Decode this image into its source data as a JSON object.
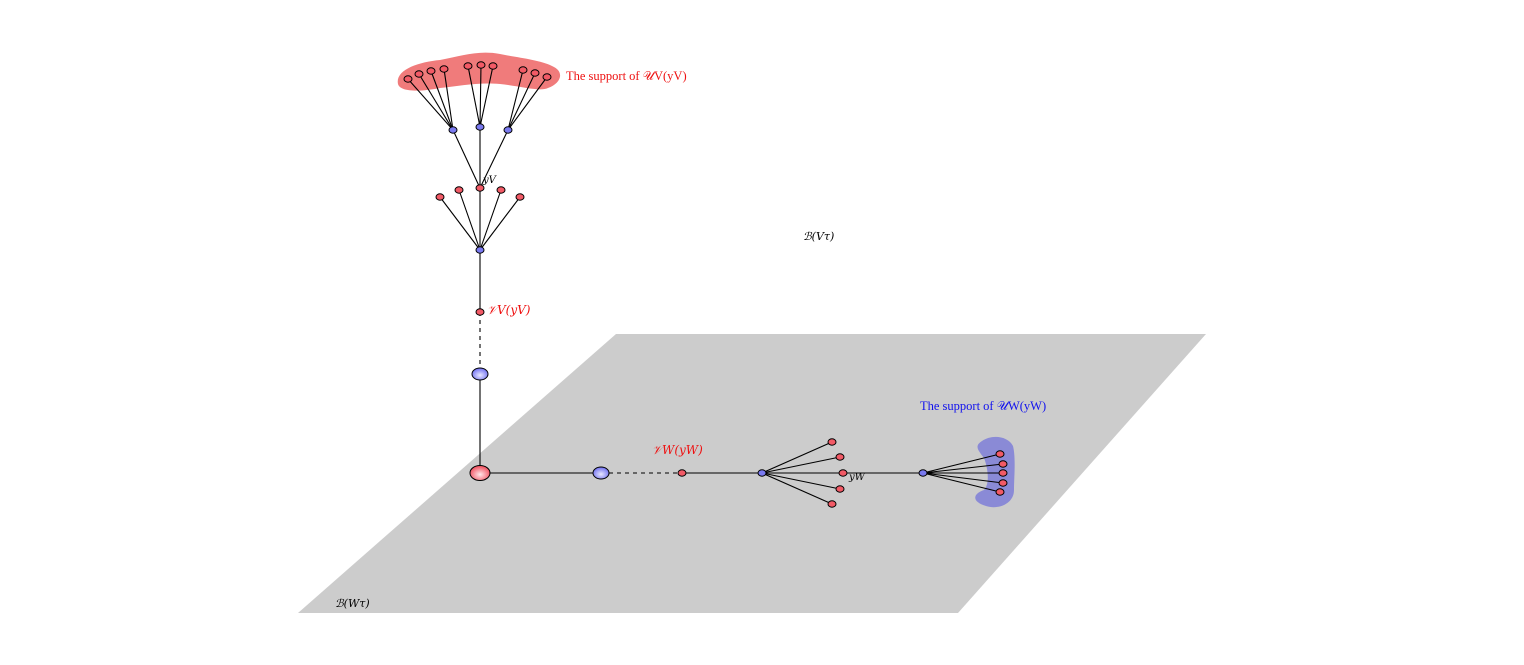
{
  "colors": {
    "plane": "#cccccc",
    "red_label": "#ee1111",
    "blue_label": "#1111ee",
    "red_blob": "#f07b7b",
    "blue_blob": "#8a8ad6",
    "red_node": "#f25a66",
    "blue_node": "#7a7af0",
    "edge": "#000000"
  },
  "labels": {
    "plane_W": "ℬ(Wτ)",
    "region_V": "ℬ(Vτ)",
    "support_V": "The support of 𝒰V(yV)",
    "support_W": "The support of 𝒰W(yW)",
    "script_V": "𝒱V(yV)",
    "script_W": "𝒱W(yW)",
    "y_V": "yV",
    "y_W": "yW"
  }
}
